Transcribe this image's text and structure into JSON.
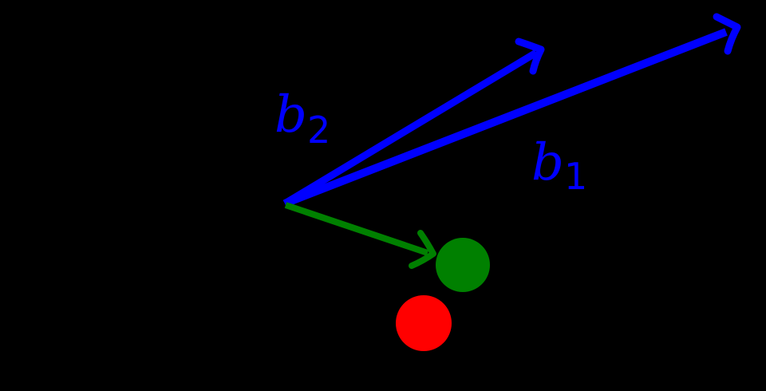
{
  "diagram": {
    "background_color": "#000000",
    "colors": {
      "basis_vector": "#0000ff",
      "green_vector": "#008000",
      "green_point": "#008000",
      "red_point": "#ff0000"
    },
    "labels": {
      "b1": {
        "base": "b",
        "sub": "1"
      },
      "b2": {
        "base": "b",
        "sub": "2"
      }
    }
  }
}
